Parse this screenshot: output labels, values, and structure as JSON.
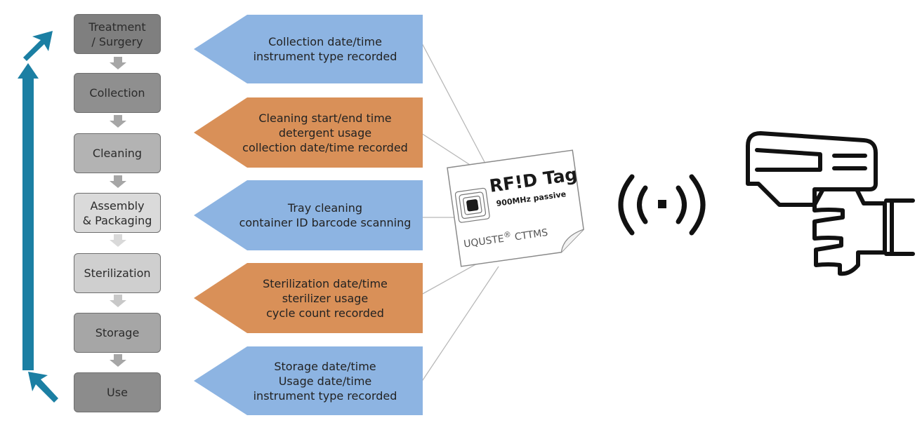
{
  "steps": [
    {
      "label": "Treatment\n/ Surgery",
      "fill": "#7f7f7f"
    },
    {
      "label": "Collection",
      "fill": "#8f8f8f"
    },
    {
      "label": "Cleaning",
      "fill": "#b3b3b3"
    },
    {
      "label": "Assembly\n& Packaging",
      "fill": "#dadada"
    },
    {
      "label": "Sterilization",
      "fill": "#cfcfcf"
    },
    {
      "label": "Storage",
      "fill": "#a6a6a6"
    },
    {
      "label": "Use",
      "fill": "#8c8c8c"
    }
  ],
  "callouts": [
    {
      "text": "Collection date/time\ninstrument type recorded",
      "fill": "#8db4e2"
    },
    {
      "text": "Cleaning start/end time\ndetergent usage\ncollection date/time recorded",
      "fill": "#d99058"
    },
    {
      "text": "Tray cleaning\ncontainer ID barcode scanning",
      "fill": "#8db4e2"
    },
    {
      "text": "Sterilization date/time\nsterilizer usage\ncycle count recorded",
      "fill": "#d99058"
    },
    {
      "text": "Storage date/time\nUsage date/time\ninstrument type recorded",
      "fill": "#8db4e2"
    }
  ],
  "rfid_tag": {
    "title": "RF!D Tag",
    "subtitle": "900MHz passive",
    "brand": "UQUSTE",
    "registered_mark": "®",
    "product": " CTTMS"
  },
  "icons": {
    "cycle_arrow": "cycle-arrow-icon",
    "wireless": "wireless-signal-icon",
    "scanner": "rfid-scanner-gun-icon"
  },
  "colors": {
    "cycle_arrow": "#1b7fa3",
    "step_connector": "#a6a6a6",
    "callout_blue": "#8db4e2",
    "callout_orange": "#d99058"
  }
}
